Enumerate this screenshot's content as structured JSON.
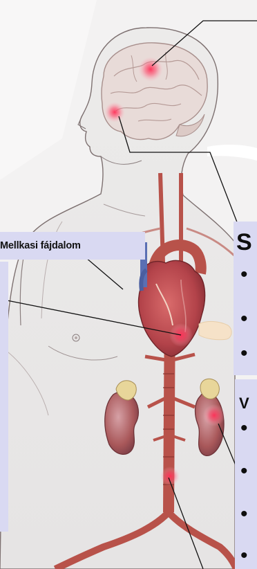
{
  "labels": {
    "chest_pain": "Mellkasi fájdalom"
  },
  "panels": {
    "right_heading_top": "S",
    "right_heading_bottom": "V",
    "bullet_glyph": "•"
  },
  "colors": {
    "label_background": "#d9d9f2",
    "hotspot": "#ff3c5a",
    "artery": "#b8524a",
    "heart": "#b8454a",
    "kidney": "#a9585a",
    "brain": "#e8dbd8",
    "skin_outline": "#7d7070",
    "leader_line": "#111111"
  }
}
